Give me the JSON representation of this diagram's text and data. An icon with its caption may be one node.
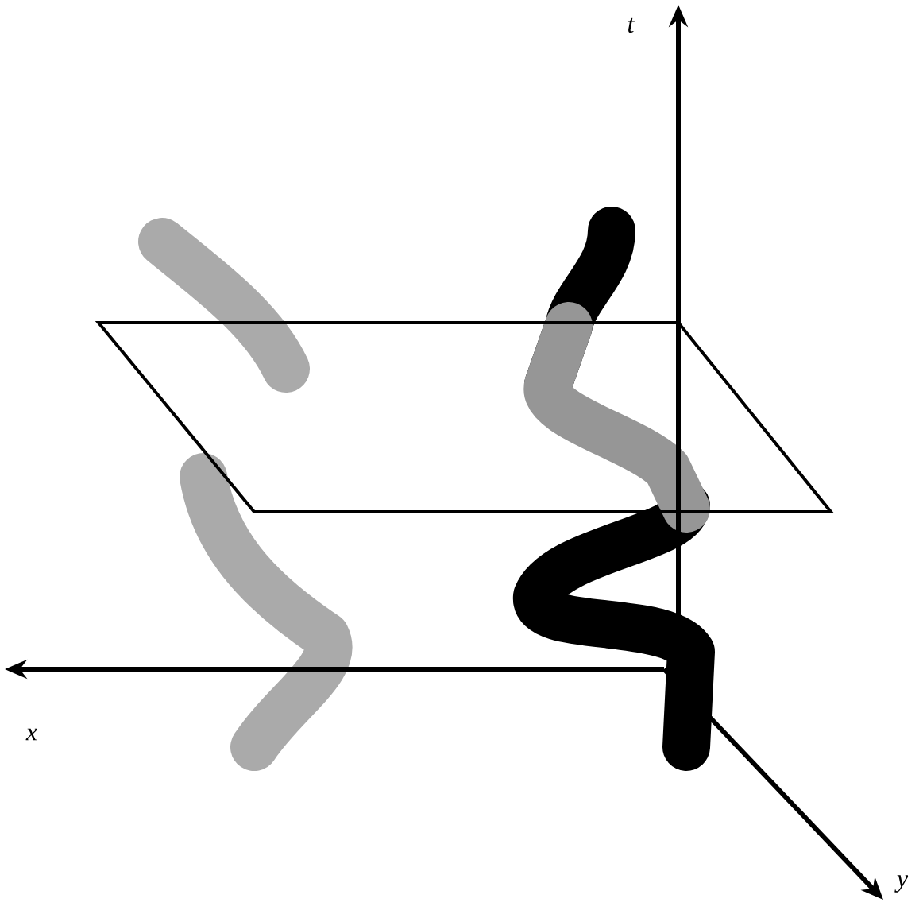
{
  "diagram": {
    "labels": [
      "t",
      "x",
      "y"
    ]
  }
}
